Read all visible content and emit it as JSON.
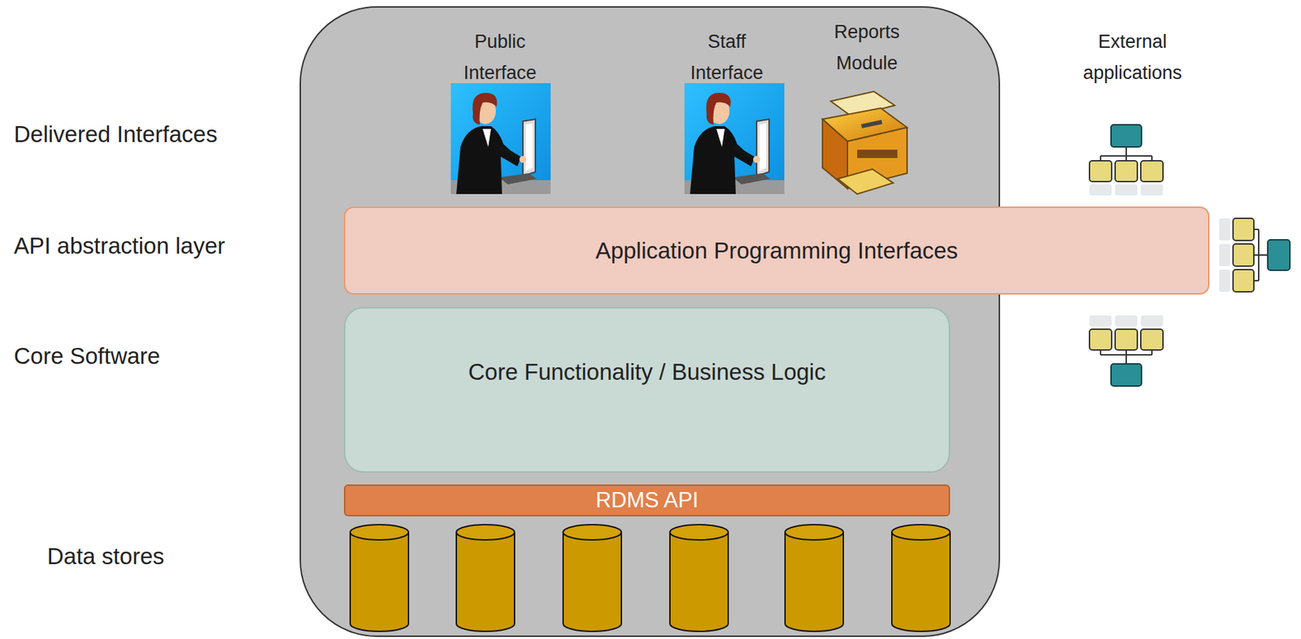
{
  "diagram": {
    "nodes": [
      {
        "text": [
          "Application Programming Interfaces"
        ]
      },
      {
        "text": [
          "Core Functionality / Business Logic"
        ]
      },
      {
        "text": [
          "RDMS API"
        ]
      }
    ],
    "labels": [
      "Delivered Interfaces",
      "API abstraction layer",
      "Core Software",
      "Data stores",
      "Public Interface",
      "Staff Interface",
      "Reports Module",
      "External applications"
    ]
  }
}
